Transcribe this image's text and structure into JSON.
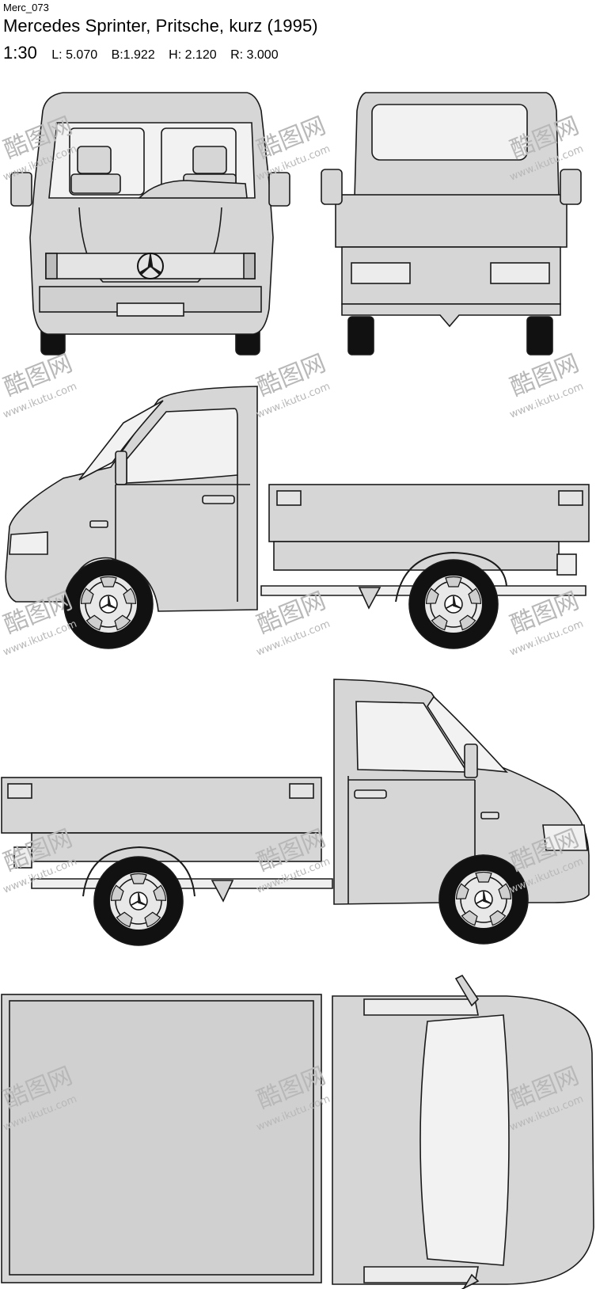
{
  "header": {
    "code": "Merc_073",
    "title": "Mercedes Sprinter, Pritsche, kurz (1995)",
    "scale": "1:30",
    "specs": [
      "L: 5.070",
      "B:1.922",
      "H: 2.120",
      "R: 3.000"
    ]
  },
  "watermark": {
    "brand": "酷图网",
    "url": "www.ikutu.com"
  },
  "colors": {
    "body_fill": "#d6d6d6",
    "glass_fill": "#f2f2f2",
    "outline": "#1a1a1a",
    "tire": "#111111"
  }
}
